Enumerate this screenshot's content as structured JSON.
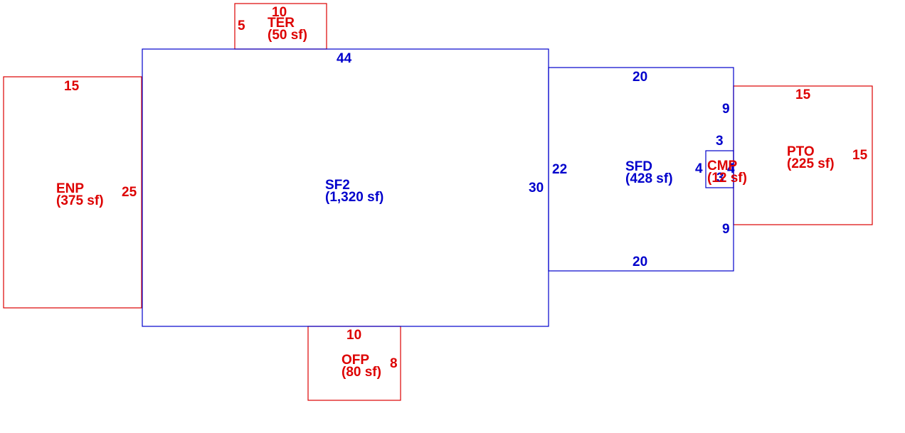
{
  "colors": {
    "main": "#0000cc",
    "accessory": "#dd0000"
  },
  "areas": {
    "sf2": {
      "code": "SF2",
      "area": "(1,320 sf)"
    },
    "sfd": {
      "code": "SFD",
      "area": "(428 sf)"
    },
    "enp": {
      "code": "ENP",
      "area": "(375 sf)"
    },
    "ter": {
      "code": "TER",
      "area": "(50 sf)"
    },
    "ofp": {
      "code": "OFP",
      "area": "(80 sf)"
    },
    "pto": {
      "code": "PTO",
      "area": "(225 sf)"
    },
    "cmp": {
      "code": "CMP",
      "area": "(12 sf)"
    }
  },
  "dims": {
    "sf2_top": "44",
    "sf2_left": "25",
    "sf2_right": "30",
    "sfd_top": "20",
    "sfd_bottom": "20",
    "sfd_left": "22",
    "sfd_right_upper": "9",
    "sfd_right_lower": "9",
    "enp_top": "15",
    "ter_top": "10",
    "ter_left": "5",
    "ofp_top": "10",
    "ofp_right": "8",
    "pto_top": "15",
    "pto_right": "15",
    "cmp_top": "3",
    "cmp_left": "4",
    "cmp_right": "4",
    "cmp_bottom": "3"
  }
}
